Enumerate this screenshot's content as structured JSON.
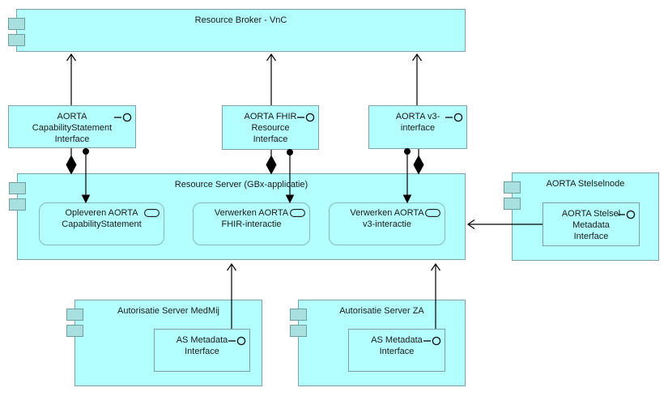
{
  "colors": {
    "canvas": "#ffffff",
    "element_fill": "#b3ffff",
    "element_border": "#7d9fa5",
    "service_border": "#85b8be",
    "tab_fill": "#a8e0e0",
    "tab_border": "#6e9e9e",
    "connector": "#000000",
    "icon_stroke": "#1a1a1a",
    "text": "#1a1a1a"
  },
  "nodes": {
    "resource_broker": {
      "label": "Resource Broker - VnC",
      "type": "application-component"
    },
    "iface_capability": {
      "label": "AORTA\nCapabilityStatement\nInterface",
      "type": "application-interface"
    },
    "iface_fhir": {
      "label": "AORTA FHIR\nResource\nInterface",
      "type": "application-interface"
    },
    "iface_v3": {
      "label": "AORTA v3-\ninterface",
      "type": "application-interface"
    },
    "resource_server": {
      "label": "Resource Server (GBx-applicatie)",
      "type": "application-component"
    },
    "svc_opleveren": {
      "label": "Opleveren AORTA\nCapabilityStatement",
      "type": "application-service"
    },
    "svc_fhir": {
      "label": "Verwerken AORTA\nFHIR-interactie",
      "type": "application-service"
    },
    "svc_v3": {
      "label": "Verwerken AORTA\nv3-interactie",
      "type": "application-service"
    },
    "stelselnode": {
      "label": "AORTA Stelselnode",
      "type": "application-component"
    },
    "iface_stelsel": {
      "label": "AORTA Stelsel\nMetadata\nInterface",
      "type": "application-interface"
    },
    "as_medmij": {
      "label": "Autorisatie Server MedMij",
      "type": "application-component"
    },
    "iface_as_medmij": {
      "label": "AS Metadata\nInterface",
      "type": "application-interface"
    },
    "as_za": {
      "label": "Autorisatie Server ZA",
      "type": "application-component"
    },
    "iface_as_za": {
      "label": "AS Metadata\nInterface",
      "type": "application-interface"
    }
  },
  "relations": [
    {
      "from": "iface_capability",
      "to": "resource_broker",
      "type": "serving-open-arrow"
    },
    {
      "from": "iface_fhir",
      "to": "resource_broker",
      "type": "serving-open-arrow"
    },
    {
      "from": "iface_v3",
      "to": "resource_broker",
      "type": "serving-open-arrow"
    },
    {
      "from": "resource_server",
      "to": "iface_capability",
      "type": "composition-black-diamond"
    },
    {
      "from": "resource_server",
      "to": "iface_fhir",
      "type": "composition-black-diamond"
    },
    {
      "from": "resource_server",
      "to": "iface_v3",
      "type": "composition-black-diamond"
    },
    {
      "from": "iface_capability",
      "to": "svc_opleveren",
      "type": "assignment-ball-solid-arrow"
    },
    {
      "from": "iface_fhir",
      "to": "svc_fhir",
      "type": "assignment-ball-solid-arrow"
    },
    {
      "from": "iface_v3",
      "to": "svc_v3",
      "type": "assignment-ball-solid-arrow"
    },
    {
      "from": "iface_stelsel",
      "to": "resource_server",
      "type": "serving-open-arrow"
    },
    {
      "from": "iface_as_medmij",
      "to": "resource_server",
      "type": "serving-open-arrow"
    },
    {
      "from": "iface_as_za",
      "to": "resource_server",
      "type": "serving-open-arrow"
    }
  ]
}
